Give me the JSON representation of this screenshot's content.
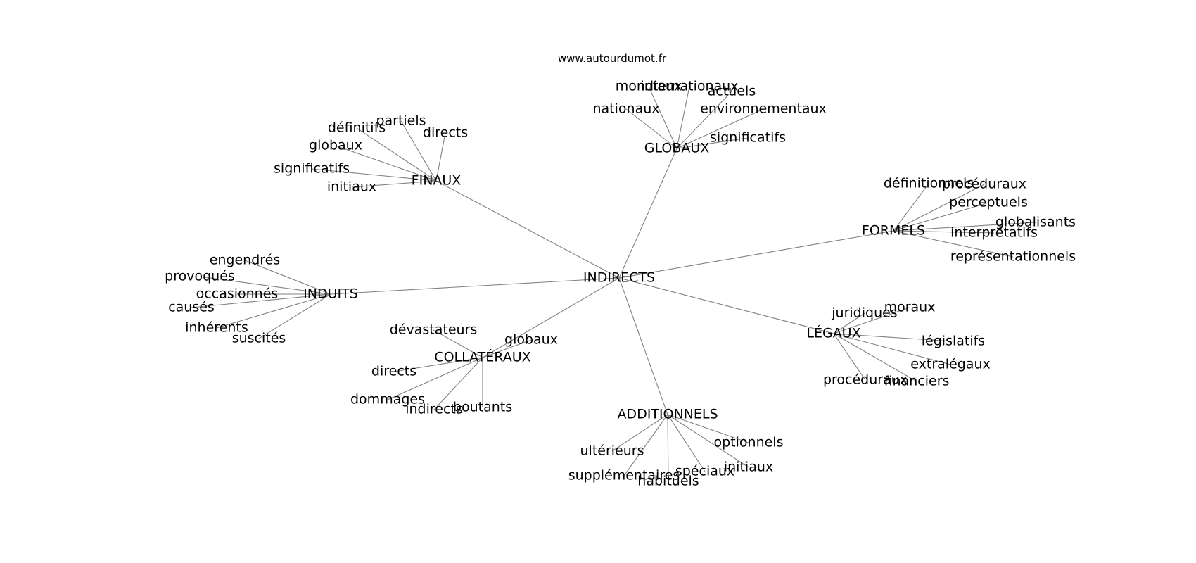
{
  "source": "www.autourdumot.fr",
  "graph": {
    "center": "INDIRECTS",
    "branches": [
      {
        "label": "GLOBAUX",
        "leaves": [
          "mondiaux",
          "internationaux",
          "actuels",
          "nationaux",
          "environnementaux",
          "significatifs"
        ]
      },
      {
        "label": "FINAUX",
        "leaves": [
          "partiels",
          "définitifs",
          "directs",
          "globaux",
          "significatifs",
          "initiaux"
        ]
      },
      {
        "label": "FORMELS",
        "leaves": [
          "définitionnels",
          "procéduraux",
          "perceptuels",
          "globalisants",
          "interprétatifs",
          "représentationnels"
        ]
      },
      {
        "label": "INDUITS",
        "leaves": [
          "engendrés",
          "provoqués",
          "occasionnés",
          "causés",
          "inhérents",
          "suscités"
        ]
      },
      {
        "label": "LÉGAUX",
        "leaves": [
          "moraux",
          "juridiques",
          "législatifs",
          "extralégaux",
          "procéduraux",
          "financiers"
        ]
      },
      {
        "label": "COLLATÉRAUX",
        "leaves": [
          "dévastateurs",
          "globaux",
          "directs",
          "dommages",
          "indirects",
          "boutants"
        ]
      },
      {
        "label": "ADDITIONNELS",
        "leaves": [
          "optionnels",
          "ultérieurs",
          "initiaux",
          "spéciaux",
          "supplémentaires",
          "habituels"
        ]
      }
    ]
  }
}
